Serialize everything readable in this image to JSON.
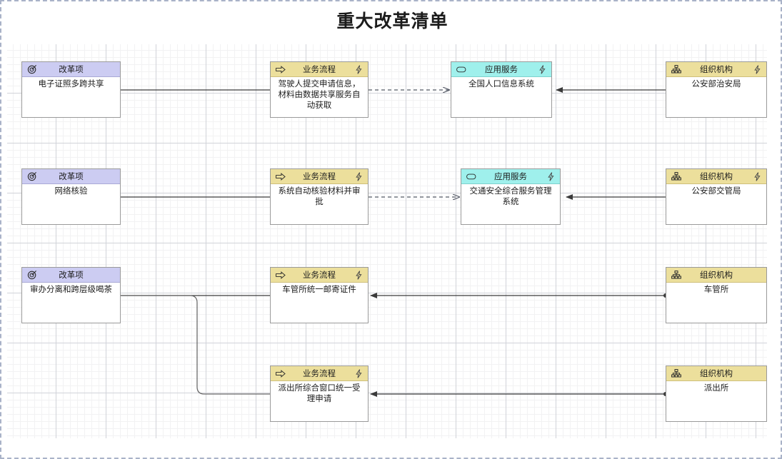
{
  "title": "重大改革清单",
  "canvas": {
    "background": "#ffffff",
    "grid_minor_color": "#f0f0f2",
    "grid_major_color": "#c9ccd3",
    "border_style": "dashed",
    "border_color": "#a9b2c8"
  },
  "palette": {
    "reform_header": "#ccccf2",
    "process_header": "#ecdf9c",
    "appservice_header": "#9ff0ec",
    "organization_header": "#ecdf9c",
    "node_border": "#9a9a9a",
    "connector": "#3a3a3a",
    "text": "#1d1d1d"
  },
  "legend": {
    "reform_type": "改革项",
    "process_type": "业务流程",
    "appservice_type": "应用服务",
    "organization_type": "组织机构"
  },
  "icons": {
    "reform": "target-icon",
    "process": "arrow-right-outline-icon",
    "appservice": "rounded-rect-icon",
    "organization": "org-chart-icon",
    "marker": "lightning-bolt-icon"
  },
  "nodes": [
    {
      "id": "reform-1",
      "kind": "reform",
      "type_label": "改革项",
      "name": "电子证照多跨共享",
      "marker": false
    },
    {
      "id": "process-1",
      "kind": "process",
      "type_label": "业务流程",
      "name": "驾驶人提交申请信息，材料由数据共享服务自动获取",
      "marker": true
    },
    {
      "id": "appservice-1",
      "kind": "appservice",
      "type_label": "应用服务",
      "name": "全国人口信息系统",
      "marker": true
    },
    {
      "id": "org-1",
      "kind": "organization",
      "type_label": "组织机构",
      "name": "公安部治安局",
      "marker": true
    },
    {
      "id": "reform-2",
      "kind": "reform",
      "type_label": "改革项",
      "name": "网络核验",
      "marker": false
    },
    {
      "id": "process-2",
      "kind": "process",
      "type_label": "业务流程",
      "name": "系统自动核验材料并审批",
      "marker": true
    },
    {
      "id": "appservice-2",
      "kind": "appservice",
      "type_label": "应用服务",
      "name": "交通安全综合服务管理系统",
      "marker": true
    },
    {
      "id": "org-2",
      "kind": "organization",
      "type_label": "组织机构",
      "name": "公安部交管局",
      "marker": true
    },
    {
      "id": "reform-3",
      "kind": "reform",
      "type_label": "改革项",
      "name": "审办分离和跨层级喝茶",
      "marker": false
    },
    {
      "id": "process-3",
      "kind": "process",
      "type_label": "业务流程",
      "name": "车管所统一邮寄证件",
      "marker": true
    },
    {
      "id": "org-3",
      "kind": "organization",
      "type_label": "组织机构",
      "name": "车管所",
      "marker": false
    },
    {
      "id": "process-4",
      "kind": "process",
      "type_label": "业务流程",
      "name": "派出所综合窗口统一受理申请",
      "marker": true
    },
    {
      "id": "org-4",
      "kind": "organization",
      "type_label": "组织机构",
      "name": "派出所",
      "marker": false
    }
  ],
  "connectors": [
    {
      "from": "reform-1",
      "to": "process-1",
      "style": "solid",
      "arrow": "none"
    },
    {
      "from": "process-1",
      "to": "appservice-1",
      "style": "dashed",
      "arrow": "open"
    },
    {
      "from": "org-1",
      "to": "appservice-1",
      "style": "solid",
      "arrow": "filled"
    },
    {
      "from": "reform-2",
      "to": "process-2",
      "style": "solid",
      "arrow": "none"
    },
    {
      "from": "process-2",
      "to": "appservice-2",
      "style": "dashed",
      "arrow": "open"
    },
    {
      "from": "org-2",
      "to": "appservice-2",
      "style": "solid",
      "arrow": "filled"
    },
    {
      "from": "reform-3",
      "to": "process-3",
      "style": "solid",
      "arrow": "none"
    },
    {
      "from": "reform-3",
      "to": "process-4",
      "style": "solid",
      "arrow": "none"
    },
    {
      "from": "org-3",
      "to": "process-3",
      "style": "solid",
      "arrow": "filled"
    },
    {
      "from": "org-4",
      "to": "process-4",
      "style": "solid",
      "arrow": "filled"
    }
  ]
}
